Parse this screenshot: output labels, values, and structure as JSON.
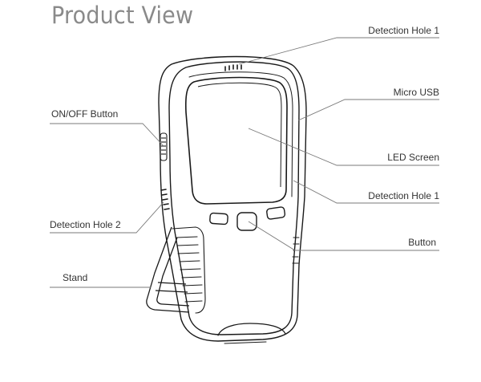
{
  "title": "Product View",
  "callouts": {
    "detection_hole_1_top": "Detection Hole 1",
    "micro_usb": "Micro USB",
    "led_screen": "LED Screen",
    "detection_hole_1_side": "Detection Hole 1",
    "button": "Button",
    "on_off_button": "ON/OFF Button",
    "detection_hole_2": "Detection Hole 2",
    "stand": "Stand"
  },
  "colors": {
    "line": "#1a1a1a",
    "leader": "#7a7a7a",
    "title": "#8a8a8a"
  }
}
